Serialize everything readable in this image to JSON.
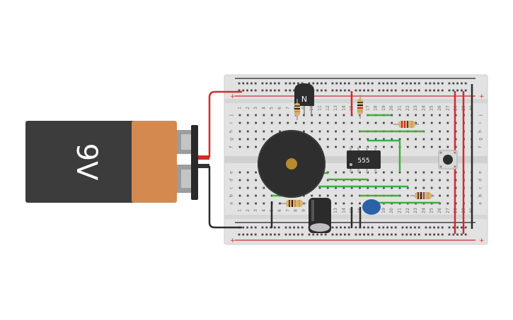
{
  "battery": {
    "label": "9V"
  },
  "chip": {
    "label": "555"
  },
  "transistor": {
    "label": "N"
  },
  "breadboard": {
    "columns": [
      "1",
      "2",
      "3",
      "4",
      "5",
      "6",
      "7",
      "8",
      "9",
      "10",
      "11",
      "12",
      "13",
      "14",
      "15",
      "16",
      "17",
      "18",
      "19",
      "20",
      "21",
      "22",
      "23",
      "24",
      "25",
      "26",
      "27",
      "28",
      "29",
      "30"
    ],
    "rows_top": [
      "j",
      "i",
      "h",
      "g",
      "f"
    ],
    "rows_bottom": [
      "e",
      "d",
      "c",
      "b",
      "a"
    ],
    "rail_plus": "+",
    "rail_minus": "−"
  },
  "colors": {
    "wire_red": "#d42a2a",
    "wire_black": "#2b2b2b",
    "wire_green": "#3fae3f",
    "board": "#e4e4e4",
    "battery_body": "#3c3c3c",
    "battery_cap": "#d4894f",
    "capacitor_blue": "#2a62a8"
  }
}
